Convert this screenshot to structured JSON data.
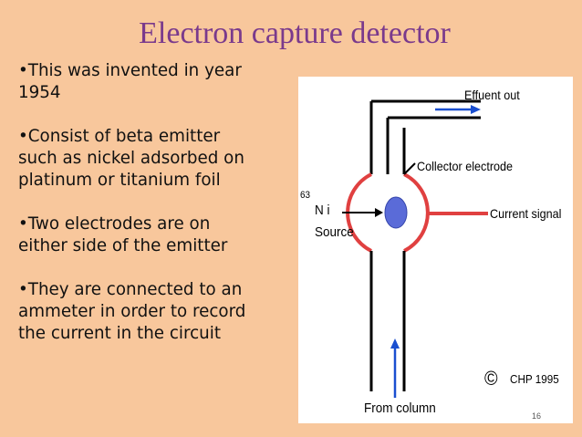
{
  "slide": {
    "title": "Electron capture detector",
    "bullets": [
      "•This was invented in year\n1954",
      "•Consist of beta emitter\nsuch as nickel adsorbed on\nplatinum or titanium foil",
      "•Two electrodes are on\neither side of the emitter",
      "•They are connected to an\nammeter in order to record\nthe current in the circuit"
    ],
    "page_number": "16"
  },
  "figure": {
    "effluent_out": "Effuent out",
    "collector_electrode": "Collector electrode",
    "isotope_mass": "63",
    "isotope_element": "N i",
    "source": "Source",
    "current_signal": "Current signal",
    "from_column": "From column",
    "copyright_symbol": "©",
    "copyright": "CHP 1995"
  },
  "colors": {
    "background": "#f8c79c",
    "title": "#7a3a8c",
    "detector_ring": "#e04040",
    "arrow_blue": "#1a4fd0",
    "source_fill": "#5a6bd8"
  }
}
